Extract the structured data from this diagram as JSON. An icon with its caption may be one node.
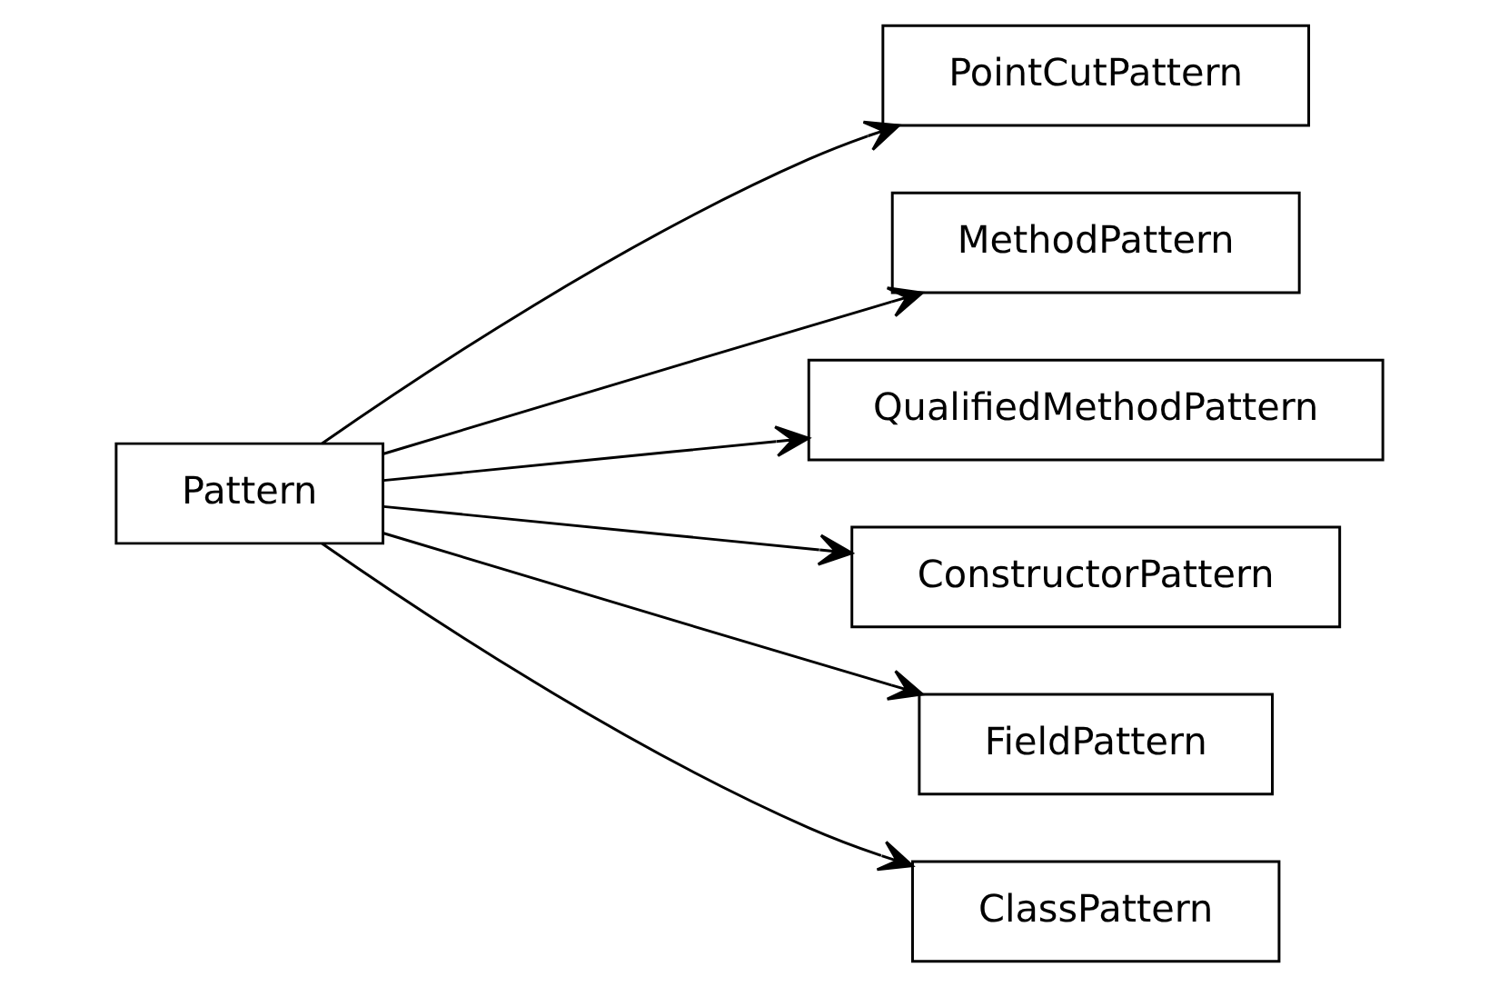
{
  "diagram": {
    "nodes": [
      {
        "text": [
          "Pattern"
        ]
      },
      {
        "text": [
          "PointCutPattern"
        ]
      },
      {
        "text": [
          "MethodPattern"
        ]
      },
      {
        "text": [
          "QualifiedMethodPattern"
        ]
      },
      {
        "text": [
          "ConstructorPattern"
        ]
      },
      {
        "text": [
          "FieldPattern"
        ]
      },
      {
        "text": [
          "ClassPattern"
        ]
      }
    ],
    "edges": [
      {
        "from": 0,
        "to": 1,
        "arrow": "to"
      },
      {
        "from": 0,
        "to": 2,
        "arrow": "to"
      },
      {
        "from": 0,
        "to": 3,
        "arrow": "to"
      },
      {
        "from": 0,
        "to": 4,
        "arrow": "to"
      },
      {
        "from": 0,
        "to": 5,
        "arrow": "to"
      },
      {
        "from": 0,
        "to": 6,
        "arrow": "to"
      }
    ]
  }
}
